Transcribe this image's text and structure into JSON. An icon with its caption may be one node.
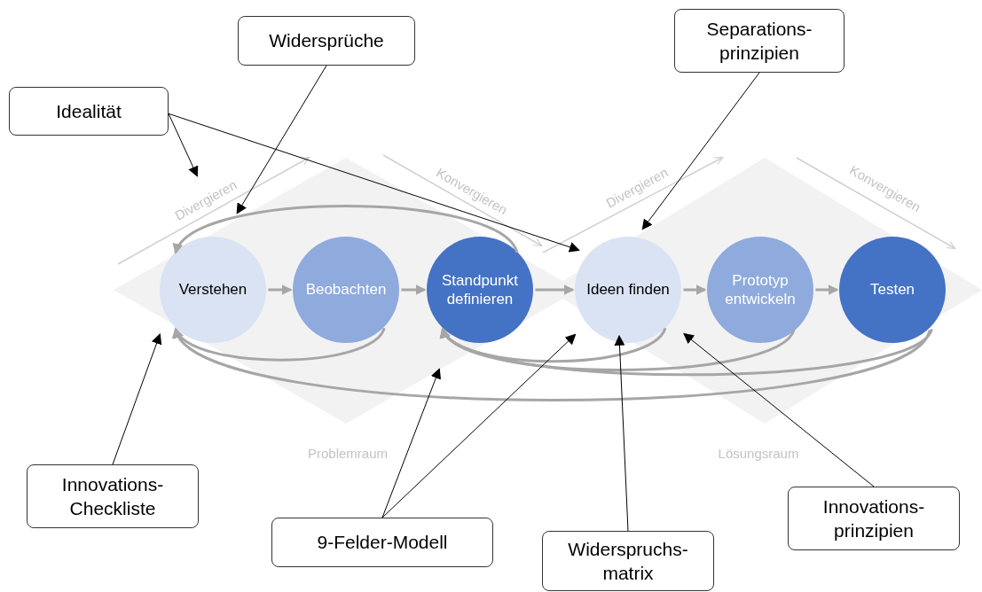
{
  "diagram": {
    "nodes": [
      {
        "text": [
          "Widersprüche"
        ]
      },
      {
        "text": [
          "Separations- prinzipien"
        ]
      },
      {
        "text": [
          "Idealität"
        ]
      },
      {
        "text": [
          "Verstehen"
        ]
      },
      {
        "text": [
          "Beobachten"
        ]
      },
      {
        "text": [
          "Standpunkt definieren"
        ]
      },
      {
        "text": [
          "Ideen finden"
        ]
      },
      {
        "text": [
          "Prototyp entwickeln"
        ]
      },
      {
        "text": [
          "Testen"
        ]
      },
      {
        "text": [
          "Innovations- Checkliste"
        ]
      },
      {
        "text": [
          "9-Felder-Modell"
        ]
      },
      {
        "text": [
          "Widerspruchs- matrix"
        ]
      },
      {
        "text": [
          "Innovations- prinzipien"
        ]
      },
      {
        "text": [
          "Divergieren"
        ]
      }
    ],
    "edges": [
      {
        "from": 3,
        "to": 4,
        "arrow": "to"
      },
      {
        "from": 4,
        "to": 5,
        "arrow": "to"
      },
      {
        "from": 5,
        "to": 6,
        "arrow": "to"
      },
      {
        "from": 6,
        "to": 7,
        "arrow": "to"
      },
      {
        "from": 7,
        "to": 8,
        "arrow": "to"
      },
      {
        "from": 5,
        "to": 3,
        "arrow": "to"
      },
      {
        "from": 4,
        "to": 3,
        "arrow": "to"
      },
      {
        "from": 6,
        "to": 5,
        "arrow": "to"
      },
      {
        "from": 7,
        "to": 5,
        "arrow": "to"
      },
      {
        "from": 8,
        "to": 5,
        "arrow": "to"
      },
      {
        "from": 8,
        "to": 3,
        "arrow": "to"
      },
      {
        "from": 0,
        "to": 3,
        "arrow": "to",
        "color": "#000000"
      },
      {
        "from": 2,
        "to": 13,
        "arrow": "to",
        "color": "#000000"
      },
      {
        "from": 2,
        "to": 6,
        "arrow": "to",
        "color": "#000000"
      },
      {
        "from": 1,
        "to": 6,
        "arrow": "to",
        "color": "#000000"
      },
      {
        "from": 9,
        "to": 3,
        "arrow": "to",
        "color": "#000000"
      },
      {
        "from": 10,
        "to": null,
        "arrow": "to",
        "color": "#000000"
      },
      {
        "from": 10,
        "to": 6,
        "arrow": "to",
        "color": "#000000"
      },
      {
        "from": 11,
        "to": 6,
        "arrow": "to",
        "color": "#000000"
      },
      {
        "from": 12,
        "to": 6,
        "arrow": "to",
        "color": "#000000"
      }
    ],
    "labels": [
      "Konvergieren",
      "Divergieren",
      "Konvergieren",
      "Problemraum",
      "Lösungsraum"
    ]
  }
}
